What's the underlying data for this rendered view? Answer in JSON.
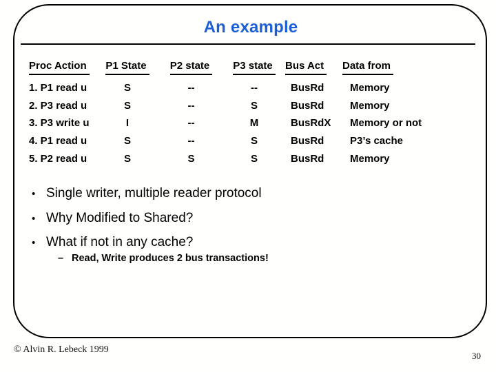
{
  "slide": {
    "title": "An example",
    "footer": "© Alvin R. Lebeck 1999",
    "page_number": "30",
    "colors": {
      "title_blue": "#1c5fd6",
      "text": "#000000",
      "background": "#fffffd"
    }
  },
  "table": {
    "headers": [
      "Proc Action",
      "P1 State",
      "P2 state",
      "P3 state",
      "Bus Act",
      "Data from"
    ],
    "rows": [
      [
        "1. P1 read u",
        "S",
        "--",
        "--",
        "BusRd",
        "Memory"
      ],
      [
        "2. P3 read u",
        "S",
        "--",
        "S",
        "BusRd",
        "Memory"
      ],
      [
        "3. P3 write u",
        "I",
        "--",
        "M",
        "BusRdX",
        "Memory or not"
      ],
      [
        "4. P1 read u",
        "S",
        "--",
        "S",
        "BusRd",
        "P3’s cache"
      ],
      [
        "5. P2 read u",
        "S",
        "S",
        "S",
        "BusRd",
        "Memory"
      ]
    ]
  },
  "bullets": {
    "marker": "•",
    "items": [
      "Single writer, multiple reader protocol",
      "Why Modified to Shared?",
      "What if not in any cache?"
    ],
    "sub": {
      "marker": "–",
      "text": "Read, Write produces 2 bus transactions!"
    }
  }
}
